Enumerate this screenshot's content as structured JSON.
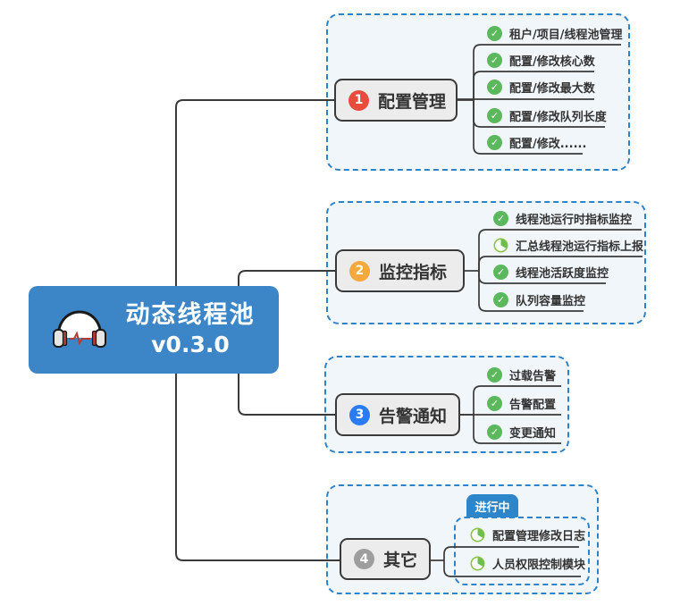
{
  "root": {
    "line1": "动态线程池",
    "line2": "v0.3.0",
    "icon": "headphones-icon"
  },
  "branches": [
    {
      "number": "1",
      "label": "配置管理",
      "number_color": "#e74c3c",
      "items": [
        {
          "icon": "check-icon",
          "text": "租户/项目/线程池管理"
        },
        {
          "icon": "check-icon",
          "text": "配置/修改核心数"
        },
        {
          "icon": "check-icon",
          "text": "配置/修改最大数"
        },
        {
          "icon": "check-icon",
          "text": "配置/修改队列长度"
        },
        {
          "icon": "check-icon",
          "text": "配置/修改......"
        }
      ]
    },
    {
      "number": "2",
      "label": "监控指标",
      "number_color": "#f5a83c",
      "items": [
        {
          "icon": "check-icon",
          "text": "线程池运行时指标监控"
        },
        {
          "icon": "in-progress-icon",
          "text": "汇总线程池运行指标上报"
        },
        {
          "icon": "check-icon",
          "text": "线程池活跃度监控"
        },
        {
          "icon": "check-icon",
          "text": "队列容量监控"
        }
      ]
    },
    {
      "number": "3",
      "label": "告警通知",
      "number_color": "#2b7bf3",
      "items": [
        {
          "icon": "check-icon",
          "text": "过载告警"
        },
        {
          "icon": "check-icon",
          "text": "告警配置"
        },
        {
          "icon": "check-icon",
          "text": "变更通知"
        }
      ]
    },
    {
      "number": "4",
      "label": "其它",
      "number_color": "#9e9e9e",
      "badge": "进行中",
      "items": [
        {
          "icon": "in-progress-icon",
          "text": "配置管理修改日志"
        },
        {
          "icon": "in-progress-icon",
          "text": "人员权限控制模块"
        }
      ]
    }
  ],
  "icons": {
    "check_glyph": "✓"
  },
  "colors": {
    "root_bg": "#3c86c7",
    "group_border": "#2e82c8",
    "group_bg": "#f1f6fa",
    "line": "#3a3a3a",
    "node_bg": "#ececec",
    "node_border": "#3a3a3a",
    "check_green": "#5cb85c",
    "progress_green": "#6cbf4d",
    "badge_bg": "#2e86ca",
    "headphone_accent": "#b23b34"
  }
}
